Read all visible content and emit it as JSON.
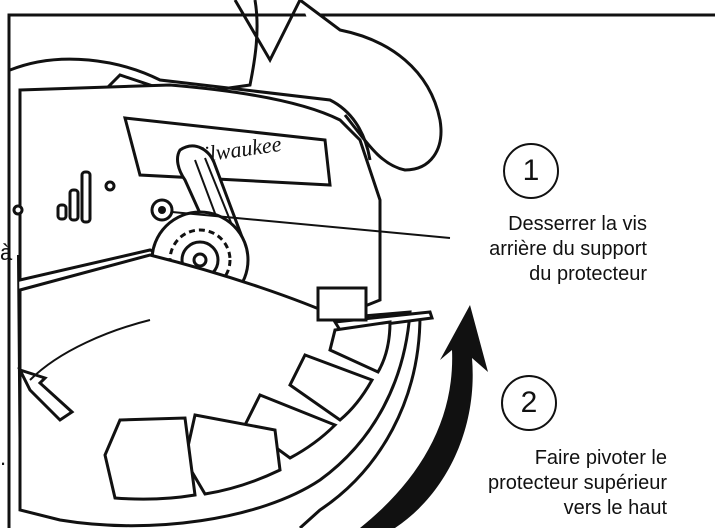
{
  "steps": [
    {
      "number": "1",
      "lines": [
        "Desserrer la vis",
        "arrière du support",
        "du protecteur"
      ]
    },
    {
      "number": "2",
      "lines": [
        "Faire pivoter le",
        "protecteur supérieur",
        "vers le haut"
      ]
    }
  ],
  "brand": "Milwaukee",
  "edge_fragments": {
    "left_char": "à",
    "left_dot": "."
  },
  "colors": {
    "ink": "#111111",
    "paper": "#ffffff"
  }
}
